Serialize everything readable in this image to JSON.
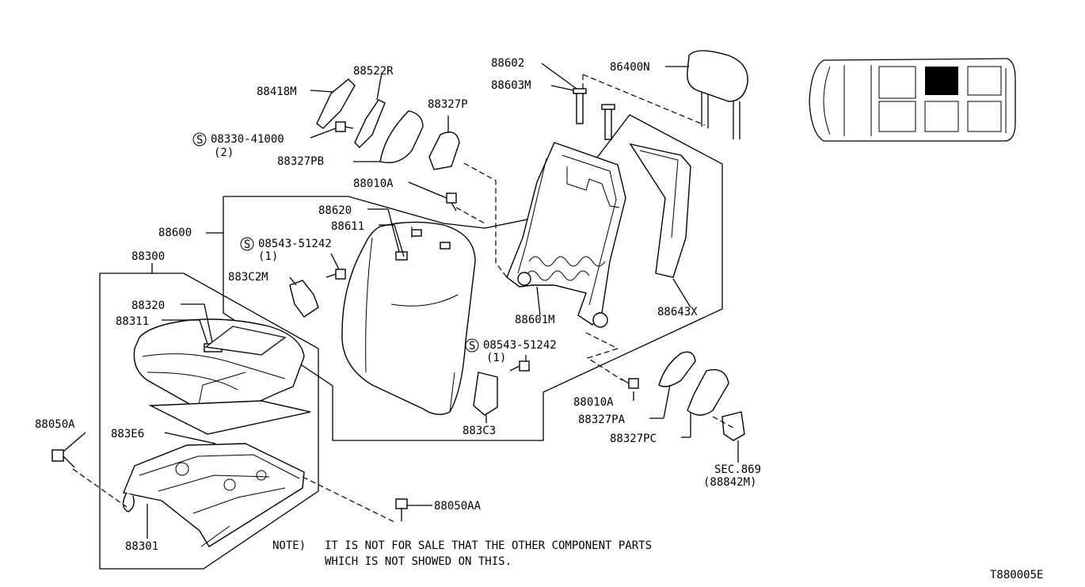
{
  "diagram": {
    "callouts": {
      "c_88522R": "88522R",
      "c_88418M": "88418M",
      "c_08330": "08330-41000",
      "c_08330_qty": "(2)",
      "c_88327P": "88327P",
      "c_88327PB": "88327PB",
      "c_88602": "88602",
      "c_88603M": "88603M",
      "c_86400N": "86400N",
      "c_88010A_top": "88010A",
      "c_88620": "88620",
      "c_88611": "88611",
      "c_88600": "88600",
      "c_08543_a": "08543-51242",
      "c_08543_a_qty": "(1)",
      "c_883C2M": "883C2M",
      "c_88300": "88300",
      "c_88320": "88320",
      "c_88311": "88311",
      "c_88601M": "88601M",
      "c_88643X": "88643X",
      "c_08543_b": "08543-51242",
      "c_08543_b_qty": "(1)",
      "c_88010A_bot": "88010A",
      "c_88327PA": "88327PA",
      "c_88327PC": "88327PC",
      "c_883C3": "883C3",
      "c_88050A": "88050A",
      "c_883E6": "883E6",
      "c_88050AA": "88050AA",
      "c_88301": "88301",
      "c_sec": "SEC.869",
      "c_sec_sub": "(88842M)"
    },
    "screw_symbol": "S",
    "note_label": "NOTE)",
    "note_line1": "IT IS NOT FOR SALE THAT THE OTHER COMPONENT PARTS",
    "note_line2": "WHICH IS NOT SHOWED ON THIS.",
    "figure_code": "T880005E"
  }
}
